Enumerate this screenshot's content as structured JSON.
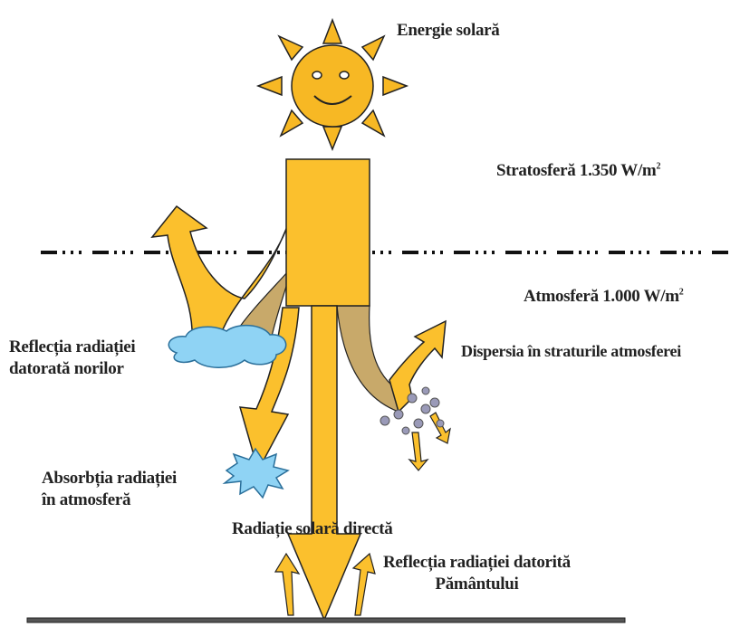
{
  "labels": {
    "solar_energy": "Energie solară",
    "stratosphere": "Stratosferă 1.350 W/m",
    "stratosphere_sup": "2",
    "atmosphere": "Atmosferă 1.000 W/m",
    "atmosphere_sup": "2",
    "cloud_reflection_line1": "Reflecția radiației",
    "cloud_reflection_line2": "datorată norilor",
    "dispersion": "Dispersia în straturile atmosferei",
    "absorption_line1": "Absorbția radiației",
    "absorption_line2": "în atmosferă",
    "direct_radiation": "Radiație solară directă",
    "ground_reflection_line1": "Reflecția radiației datorită",
    "ground_reflection_line2": "Pământului"
  },
  "colors": {
    "sun": "#f7b824",
    "arrow": "#fbc02d",
    "arrow_stroke": "#222222",
    "shadow_band": "#c8a96a",
    "cloud": "#8fd3f4",
    "cloud_stroke": "#2a6f9a",
    "particles": "#9a9ab8",
    "ground": "#333333"
  }
}
